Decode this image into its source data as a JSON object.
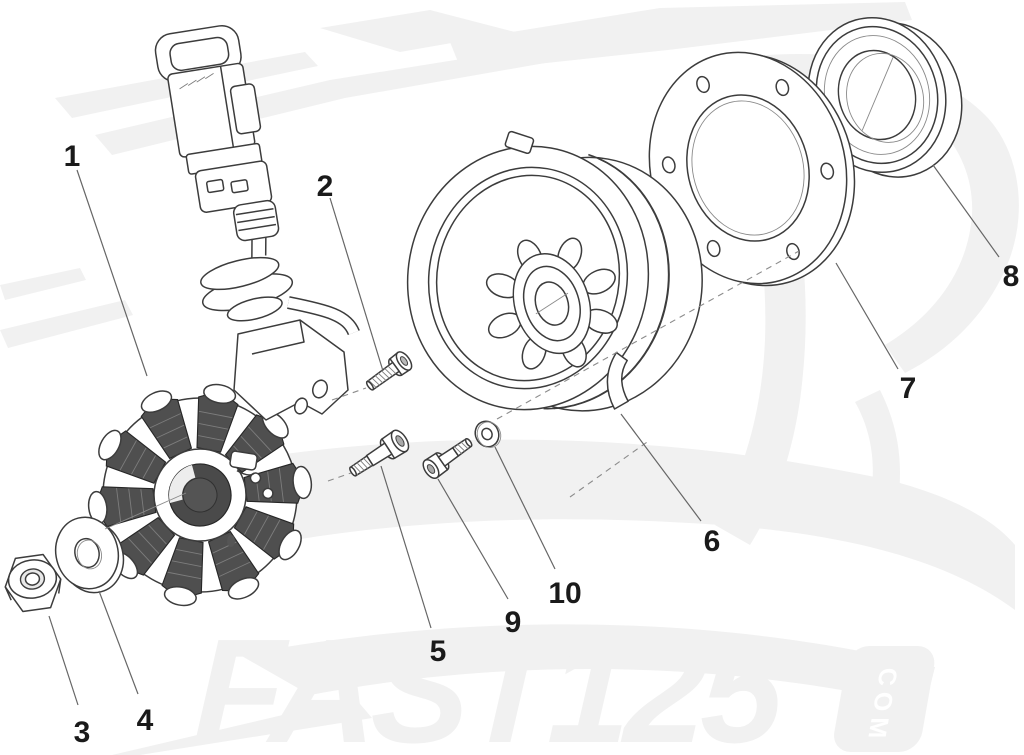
{
  "diagram": {
    "title_hint": "exploded-parts-diagram",
    "callouts": [
      {
        "label": "1"
      },
      {
        "label": "2"
      },
      {
        "label": "3"
      },
      {
        "label": "4"
      },
      {
        "label": "5"
      },
      {
        "label": "6"
      },
      {
        "label": "7"
      },
      {
        "label": "8"
      },
      {
        "label": "9"
      },
      {
        "label": "10"
      }
    ]
  },
  "watermark": {
    "brand": "FAST125",
    "suffix": "COM"
  },
  "colors": {
    "background": "#ffffff",
    "line_art": "#3c3c3c",
    "coil_fill": "#4f4f4f",
    "watermark": "#f1f1f1",
    "leader_line": "#666666",
    "callout_text": "#1a1a1a"
  }
}
